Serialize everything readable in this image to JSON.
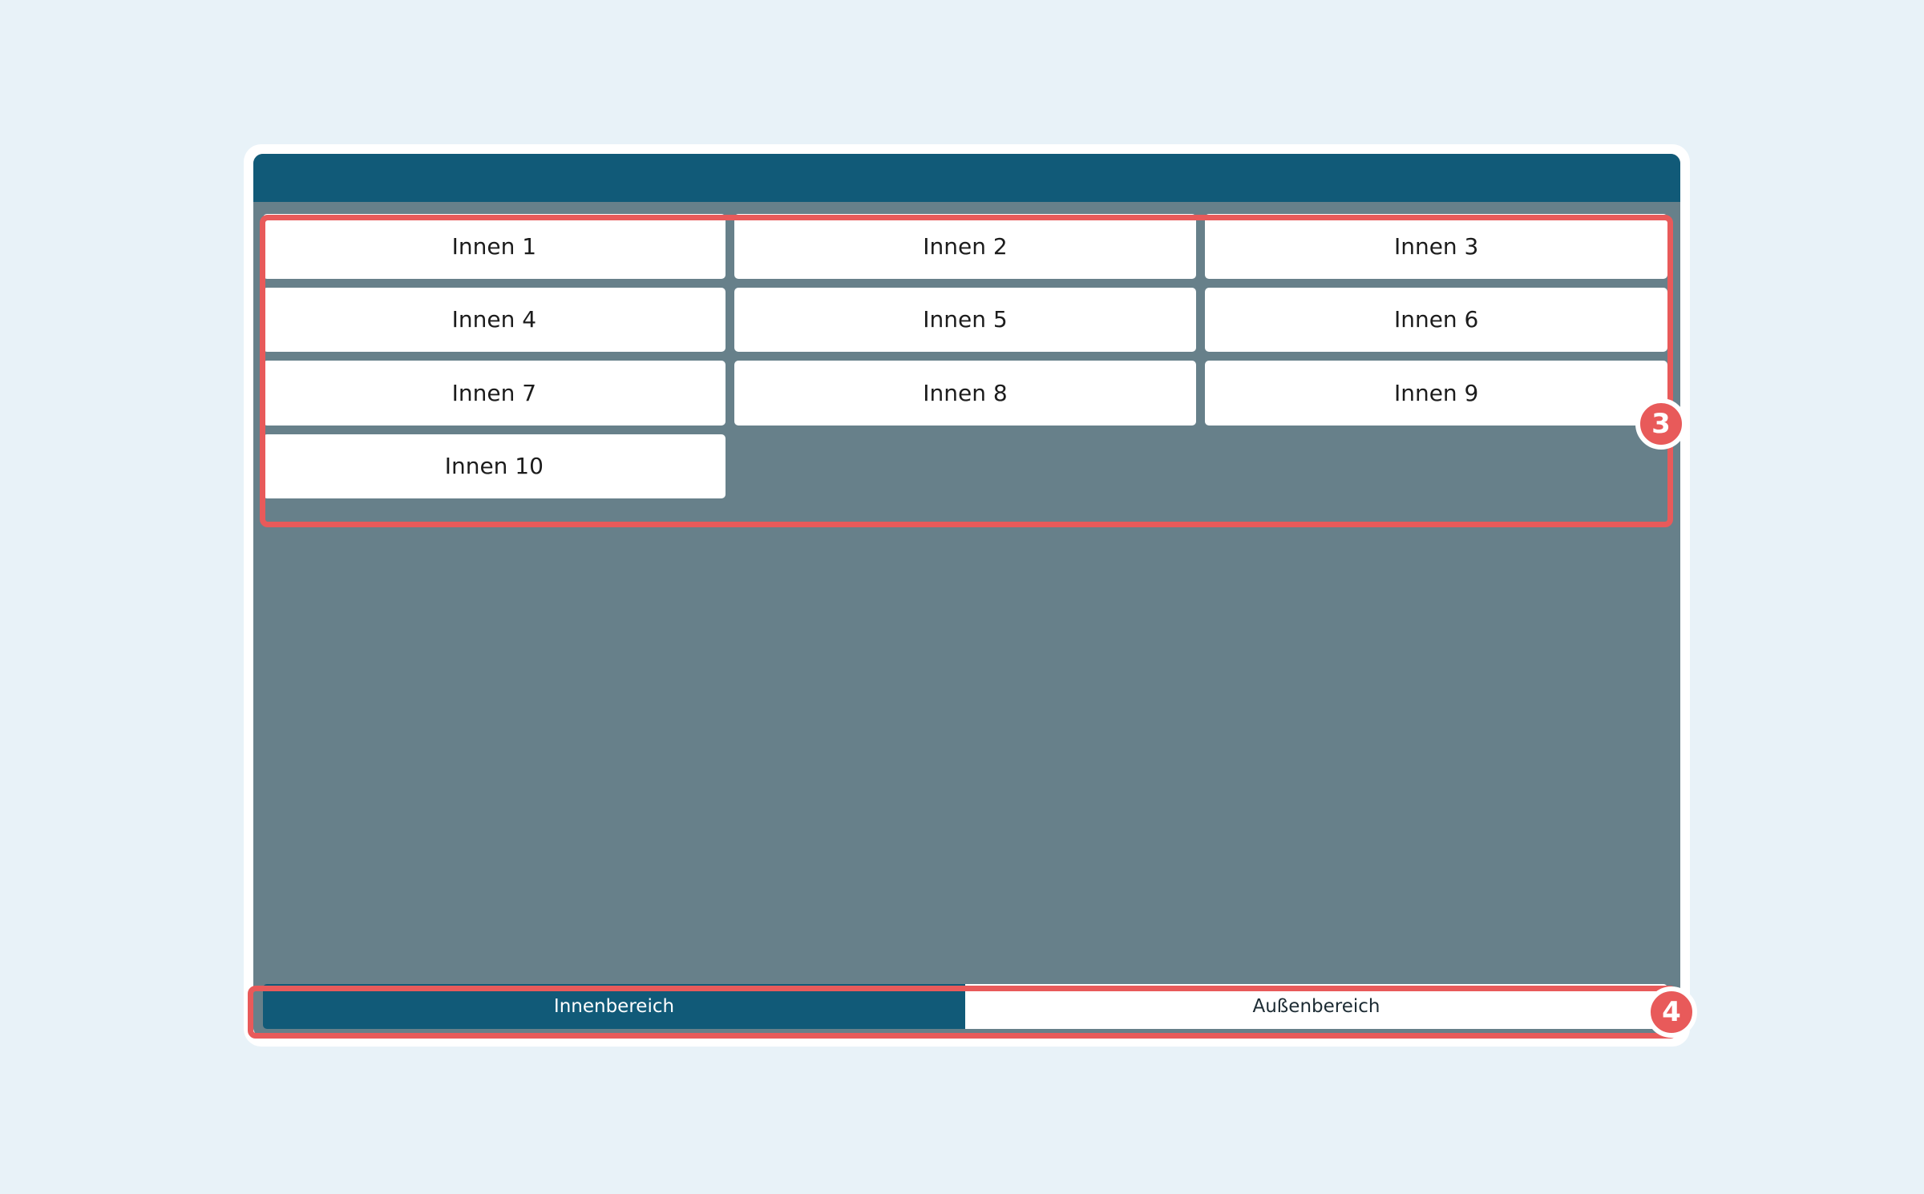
{
  "page": {
    "background_color": "#e8f2f8"
  },
  "device": {
    "card_background": "#ffffff",
    "screen_background": "#67808a"
  },
  "header": {
    "background_color": "#115a78",
    "title": ""
  },
  "grid": {
    "cells": [
      {
        "label": "Innen 1"
      },
      {
        "label": "Innen 2"
      },
      {
        "label": "Innen 3"
      },
      {
        "label": "Innen 4"
      },
      {
        "label": "Innen 5"
      },
      {
        "label": "Innen 6"
      },
      {
        "label": "Innen 7"
      },
      {
        "label": "Innen 8"
      },
      {
        "label": "Innen 9"
      },
      {
        "label": "Innen 10"
      }
    ]
  },
  "tabs": {
    "items": [
      {
        "label": "Innenbereich",
        "active": true
      },
      {
        "label": "Außenbereich",
        "active": false
      }
    ],
    "active_color": "#115a78",
    "inactive_color": "#ffffff"
  },
  "annotations": {
    "accent_color": "#e85a5a",
    "badges": [
      {
        "number": "3",
        "target": "inner-grid"
      },
      {
        "number": "4",
        "target": "tab-bar"
      }
    ]
  }
}
